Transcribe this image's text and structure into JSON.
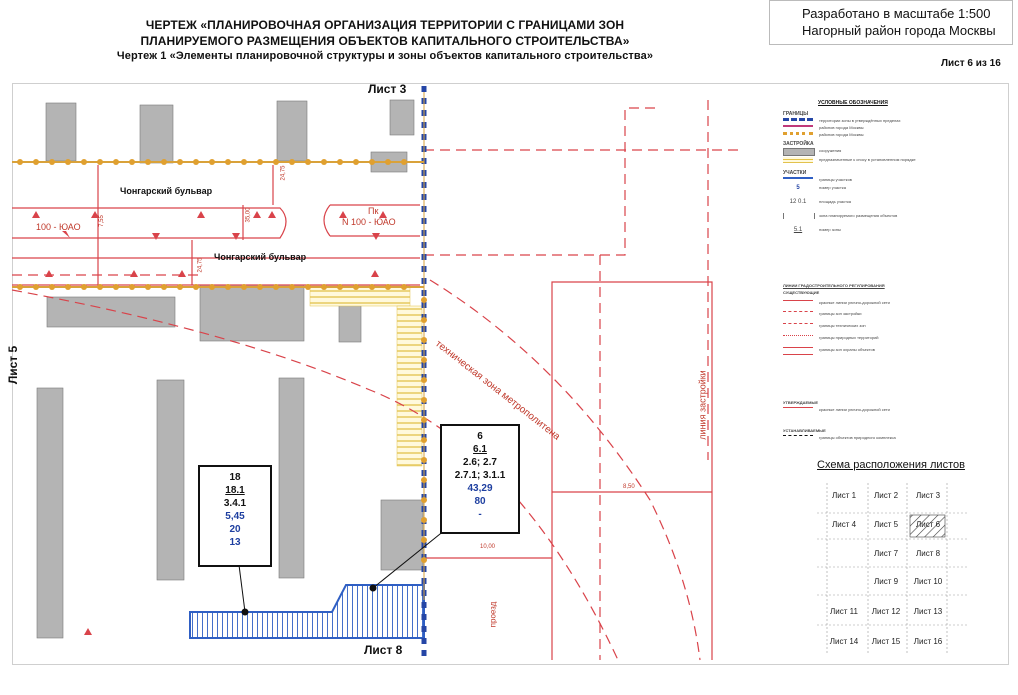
{
  "header": {
    "title_line1": "ЧЕРТЕЖ «ПЛАНИРОВОЧНАЯ ОРГАНИЗАЦИЯ ТЕРРИТОРИИ С ГРАНИЦАМИ ЗОН",
    "title_line2": "ПЛАНИРУЕМОГО РАЗМЕЩЕНИЯ ОБЪЕКТОВ КАПИТАЛЬНОГО СТРОИТЕЛЬСТВА»",
    "title_line3": "Чертеж 1 «Элементы планировочной структуры и зоны объектов капитального строительства»",
    "scale_line1": "Разработано в масштабе 1:500",
    "scale_line2": "Нагорный район города Москвы",
    "sheet_number": "Лист 6 из 16"
  },
  "map": {
    "sheet_top": "Лист 3",
    "sheet_bottom": "Лист 8",
    "sheet_left": "Лист 5",
    "streets": [
      "Чонгарский бульвар",
      "Чонгарский бульвар"
    ],
    "labels": {
      "yuao_left": "100 - ЮАО",
      "pk_line1": "Пк",
      "pk_line2": "N 100 - ЮАО",
      "zone_label": "техническая зона метрополитена",
      "proezd_label": "проезд",
      "zastroyka_label": "линия застройки",
      "dim_245": "24,75",
      "dim_2475b": "24,75",
      "dim_755": "7,55",
      "dim_3500": "35,00",
      "dim_1000": "10,00",
      "dim_850": "8,50"
    }
  },
  "box_18": {
    "number": "18",
    "code": "18.1",
    "use": "3.4.1",
    "area": "5,45",
    "v1": "20",
    "v2": "13"
  },
  "box_6": {
    "number": "6",
    "code": "6.1",
    "use1": "2.6; 2.7",
    "use2": "2.7.1; 3.1.1",
    "area": "43,29",
    "v1": "80",
    "v2": "-"
  },
  "legend": {
    "title": "УСЛОВНЫЕ ОБОЗНАЧЕНИЯ",
    "rows": [
      {
        "label": "ГРАНИЦЫ"
      },
      {
        "label": "территории зоны в утверждённых пределах"
      },
      {
        "label": "районов города Москвы"
      },
      {
        "label": "районов города Москвы"
      },
      {
        "label": "ЗАСТРОЙКА"
      },
      {
        "label": "сооружения"
      },
      {
        "label": "предназначенные к сносу в установленном порядке"
      },
      {
        "label": "УЧАСТКИ"
      },
      {
        "label": "границы участков"
      },
      {
        "label": "номер участка"
      },
      {
        "label": "площадь участка"
      },
      {
        "label": "зона планируемого размещения объектов"
      },
      {
        "label": "номер зоны"
      },
      {
        "label": "ЛИНИИ ГРАДОСТРОИТЕЛЬНОГО РЕГУЛИРОВАНИЯ"
      },
      {
        "label": "СУЩЕСТВУЮЩИЕ"
      },
      {
        "label": "красные линии улично-дорожной сети"
      },
      {
        "label": "границы зон застройки"
      },
      {
        "label": "границы технических зон"
      },
      {
        "label": "границы природных территорий"
      },
      {
        "label": "границы зон охраны объектов"
      },
      {
        "label": "УТВЕРЖДАЕМЫЕ"
      },
      {
        "label": "красные линии улично-дорожной сети"
      },
      {
        "label": "УСТАНАВЛИВАЕМЫЕ"
      },
      {
        "label": "границы объектов природного комплекса"
      }
    ]
  },
  "scheme": {
    "title": "Схема расположения листов",
    "sheets": [
      "Лист 1",
      "Лист 2",
      "Лист 3",
      "Лист 4",
      "Лист 5",
      "Лист 6",
      "Лист 7",
      "Лист 8",
      "Лист 9",
      "Лист 10",
      "Лист 11",
      "Лист 12",
      "Лист 13",
      "Лист 14",
      "Лист 15",
      "Лист 16"
    ],
    "current": "Лист 6"
  },
  "colors": {
    "red_line": "#d9434a",
    "boundary_blue": "#2546a6",
    "orange_dot": "#e0a030",
    "hatch_yellow": "#e8cf5a",
    "building_gray": "#b0b0b0",
    "zone_blue": "#2f5fc4"
  }
}
